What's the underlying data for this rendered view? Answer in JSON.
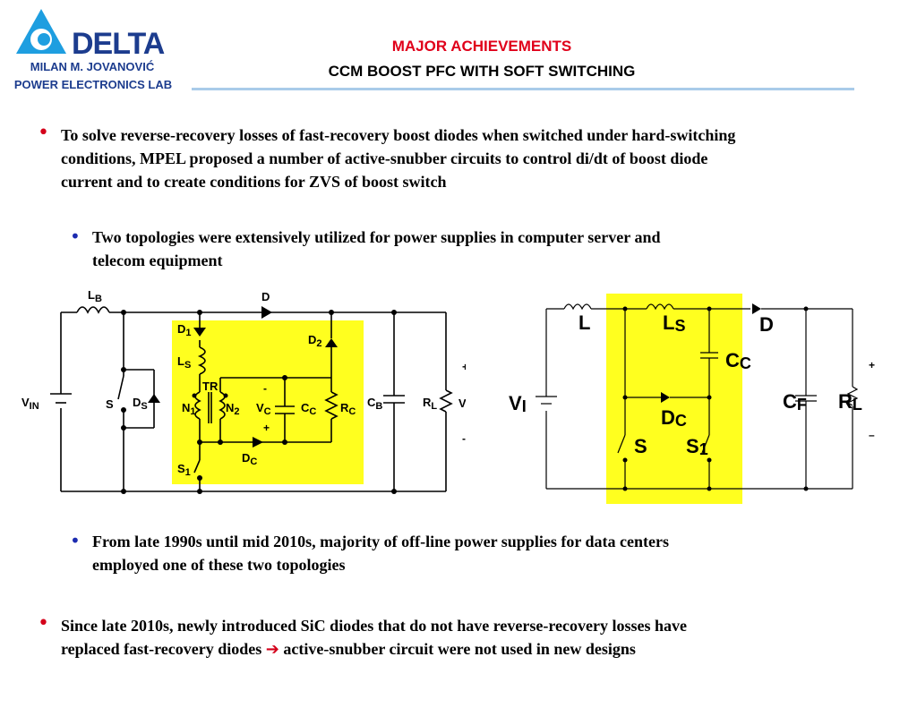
{
  "header": {
    "logo_word": "DELTA",
    "lab_line1": "MILAN M. JOVANOVIĆ",
    "lab_line2": "POWER ELECTRONICS LAB",
    "title": "MAJOR ACHIEVEMENTS",
    "subtitle": "CCM BOOST PFC WITH SOFT SWITCHING"
  },
  "colors": {
    "title_red": "#e0001a",
    "lab_blue": "#1c3c8e",
    "rule_blue": "#a9cbe9",
    "highlight_yellow": "#ffff1f",
    "bullet_red": "#d4001a",
    "bullet_blue": "#1c2bb0"
  },
  "bullets": [
    {
      "text": "To solve reverse-recovery losses of fast-recovery boost diodes when switched under hard-switching",
      "text2": "conditions,  MPEL proposed a number of active-snubber circuits to control di/dt of boost diode",
      "text3": "current and to create conditions for ZVS of boost switch"
    },
    {
      "text": "Two topologies were extensively utilized for power supplies in computer server and",
      "text2": "telecom equipment"
    },
    {
      "text": "From late 1990s until mid 2010s, majority of off-line power supplies for data centers",
      "text2": "employed one of these two topologies"
    },
    {
      "text": "Since late 2010s, newly introduced SiC diodes that do not have reverse-recovery losses have",
      "text2_before": "replaced fast-recovery diodes ",
      "arrow": "➔",
      "text2_after": " active-snubber circuit were not used in new designs"
    }
  ],
  "circuit_left": {
    "LB": "L",
    "LB_sub": "B",
    "D": "D",
    "D1": "D",
    "D1_sub": "1",
    "D2": "D",
    "D2_sub": "2",
    "LS": "L",
    "LS_sub": "S",
    "TR": "TR",
    "N1": "N",
    "N1_sub": "1",
    "N2": "N",
    "N2_sub": "2",
    "VC": "V",
    "VC_sub": "C",
    "CC": "C",
    "CC_sub": "C",
    "RC": "R",
    "RC_sub": "C",
    "CB": "C",
    "CB_sub": "B",
    "RL": "R",
    "RL_sub": "L",
    "VO": "V",
    "VO_sub": "o",
    "VIN": "V",
    "VIN_sub": "IN",
    "S": "S",
    "DS": "D",
    "DS_sub": "S",
    "S1": "S",
    "S1_sub": "1",
    "DC": "D",
    "DC_sub": "C",
    "plus": "+",
    "minus": "-"
  },
  "circuit_right": {
    "L": "L",
    "LS": "L",
    "LS_sub": "S",
    "D": "D",
    "C": "C",
    "C_sub": "C",
    "VI": "V",
    "VI_sub": "I",
    "DC": "D",
    "DC_sub": "C",
    "S": "S",
    "S1": "S",
    "S1_sub": "1",
    "CF": "C",
    "CF_sub": "F",
    "RL": "R",
    "RL_sub": "L",
    "plus": "+",
    "minus": "–"
  }
}
